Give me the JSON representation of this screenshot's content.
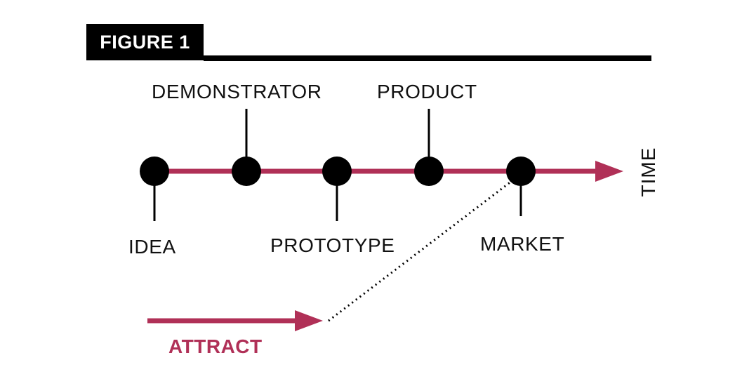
{
  "header": {
    "figure_label": "FIGURE 1"
  },
  "timeline": {
    "axis_label": "TIME",
    "milestones": [
      {
        "label": "IDEA",
        "tick": "below"
      },
      {
        "label": "DEMONSTRATOR",
        "tick": "above"
      },
      {
        "label": "PROTOTYPE",
        "tick": "below"
      },
      {
        "label": "PRODUCT",
        "tick": "above"
      },
      {
        "label": "MARKET",
        "tick": "below"
      }
    ]
  },
  "attract": {
    "label": "ATTRACT"
  },
  "colors": {
    "accent": "#b03057",
    "ink": "#000000",
    "background": "#ffffff"
  }
}
